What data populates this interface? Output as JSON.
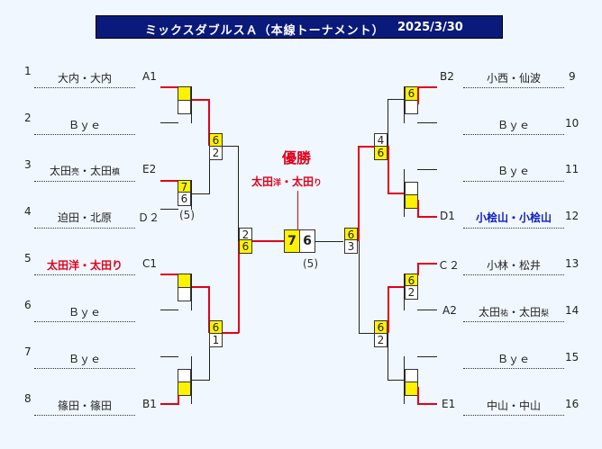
{
  "title": {
    "event": "ミックスダブルスＡ（本線トーナメント）",
    "date": "2025/3/30"
  },
  "champion": {
    "label": "優勝",
    "name_main": "太田",
    "name_sub1": "洋",
    "name_mid": "・太田",
    "name_sub2": "り"
  },
  "final": {
    "score_left": "7",
    "score_right": "6",
    "note": "(5)"
  },
  "left_players": [
    {
      "seed": "1",
      "name": "大内・大内",
      "code": "A1"
    },
    {
      "seed": "2",
      "name": "Ｂｙｅ",
      "code": ""
    },
    {
      "seed": "3",
      "name": "太田亮・太田槙",
      "code": "E2"
    },
    {
      "seed": "4",
      "name": "迫田・北原",
      "code": "Ｄ２"
    },
    {
      "seed": "5",
      "name": "太田洋・太田り",
      "code": "C1"
    },
    {
      "seed": "6",
      "name": "Ｂｙｅ",
      "code": ""
    },
    {
      "seed": "7",
      "name": "Ｂｙｅ",
      "code": ""
    },
    {
      "seed": "8",
      "name": "篠田・篠田",
      "code": "B1"
    }
  ],
  "right_players": [
    {
      "seed": "9",
      "name": "小西・仙波",
      "code": "B2"
    },
    {
      "seed": "10",
      "name": "Ｂｙｅ",
      "code": ""
    },
    {
      "seed": "11",
      "name": "Ｂｙｅ",
      "code": ""
    },
    {
      "seed": "12",
      "name": "小桧山・小桧山",
      "code": "D1"
    },
    {
      "seed": "13",
      "name": "小林・松井",
      "code": "Ｃ２"
    },
    {
      "seed": "14",
      "name": "太田祐・太田梨",
      "code": "A2"
    },
    {
      "seed": "15",
      "name": "Ｂｙｅ",
      "code": ""
    },
    {
      "seed": "16",
      "name": "中山・中山",
      "code": "E1"
    }
  ],
  "scores": {
    "l_r1_2_top": "7",
    "l_r1_2_bot": "6",
    "l_r1_2_note": "(5)",
    "l_r2_1_top": "6",
    "l_r2_1_bot": "2",
    "l_r2_2_top": "6",
    "l_r2_2_bot": "1",
    "l_sf_top": "2",
    "l_sf_bot": "6",
    "r_r1_1_top": "6",
    "r_r1_3_top": "6",
    "r_r1_3_bot": "2",
    "r_r2_1_top": "4",
    "r_r2_1_bot": "6",
    "r_r2_2_top": "6",
    "r_r2_2_bot": "2",
    "r_sf_top": "6",
    "r_sf_bot": "3"
  },
  "colors": {
    "winner_line": "#e0001a",
    "winner_box": "#fff200",
    "title_bg": "#0a1a7a",
    "background": "#f0f7fe"
  }
}
